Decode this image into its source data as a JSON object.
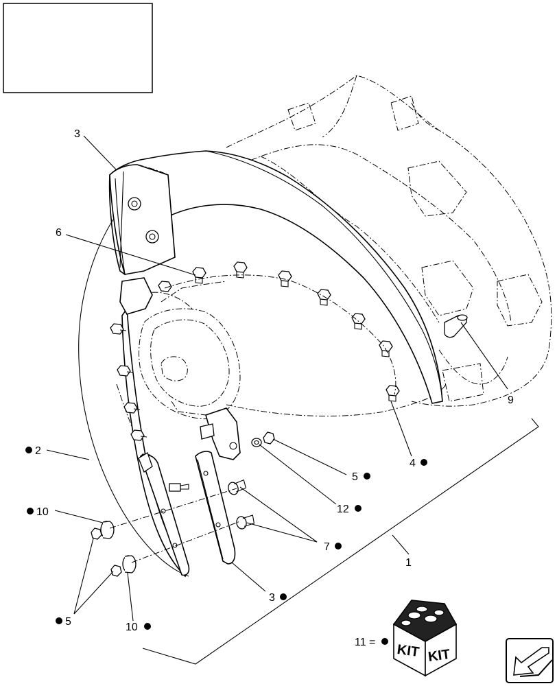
{
  "callouts": [
    {
      "id": "c3-top",
      "text": "3"
    },
    {
      "id": "c6",
      "text": "6"
    },
    {
      "id": "c2",
      "text": "2"
    },
    {
      "id": "c10-left",
      "text": "10"
    },
    {
      "id": "c5-left",
      "text": "5"
    },
    {
      "id": "c10-bottom",
      "text": "10"
    },
    {
      "id": "c9",
      "text": "9"
    },
    {
      "id": "c4",
      "text": "4"
    },
    {
      "id": "c5-mid",
      "text": "5"
    },
    {
      "id": "c12",
      "text": "12"
    },
    {
      "id": "c7",
      "text": "7"
    },
    {
      "id": "c1",
      "text": "1"
    },
    {
      "id": "c3-bottom",
      "text": "3"
    },
    {
      "id": "c11",
      "text": "11 ="
    }
  ],
  "kit": {
    "label_left": "KIT",
    "label_right": "KIT"
  },
  "icons": {
    "bullet": "filled-circle-bullet",
    "nav": "arrow-left-down-icon",
    "kit": "kit-box-icon"
  }
}
